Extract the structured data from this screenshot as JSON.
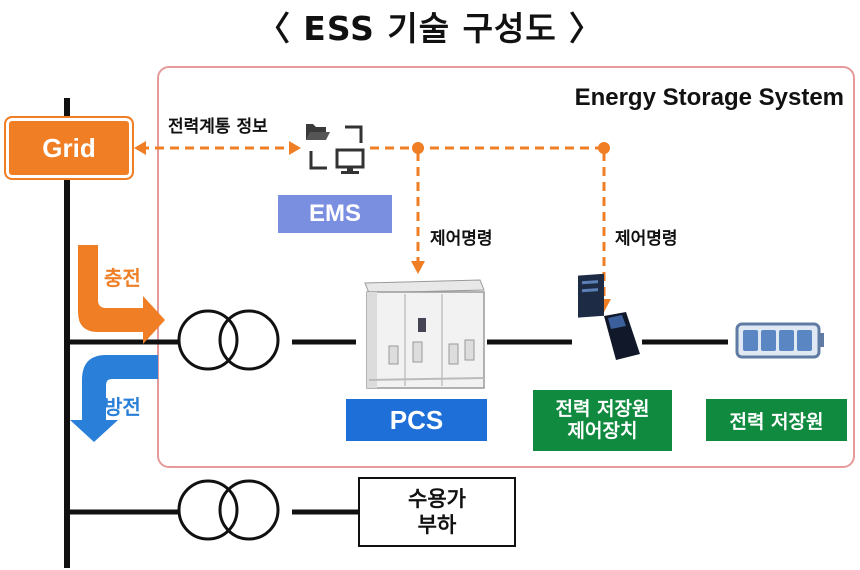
{
  "title": "〈 ESS 기술 구성도 〉",
  "system_label": "Energy Storage System",
  "grid_label": "Grid",
  "grid_info_label": "전력계통 정보",
  "ems_label": "EMS",
  "command_label_1": "제어명령",
  "command_label_2": "제어명령",
  "charge_label": "충전",
  "discharge_label": "방전",
  "pcs_label": "PCS",
  "storage_control_label": "전력 저장원\n제어장치",
  "storage_label": "전력 저장원",
  "load_label": "수용가\n부하",
  "colors": {
    "orange": "#f07e25",
    "ems_blue": "#7b8fe0",
    "pcs_blue": "#1f6fd8",
    "green": "#0f8a3e",
    "discharge_blue": "#2a7fd8",
    "ess_border": "#e69a9a"
  }
}
